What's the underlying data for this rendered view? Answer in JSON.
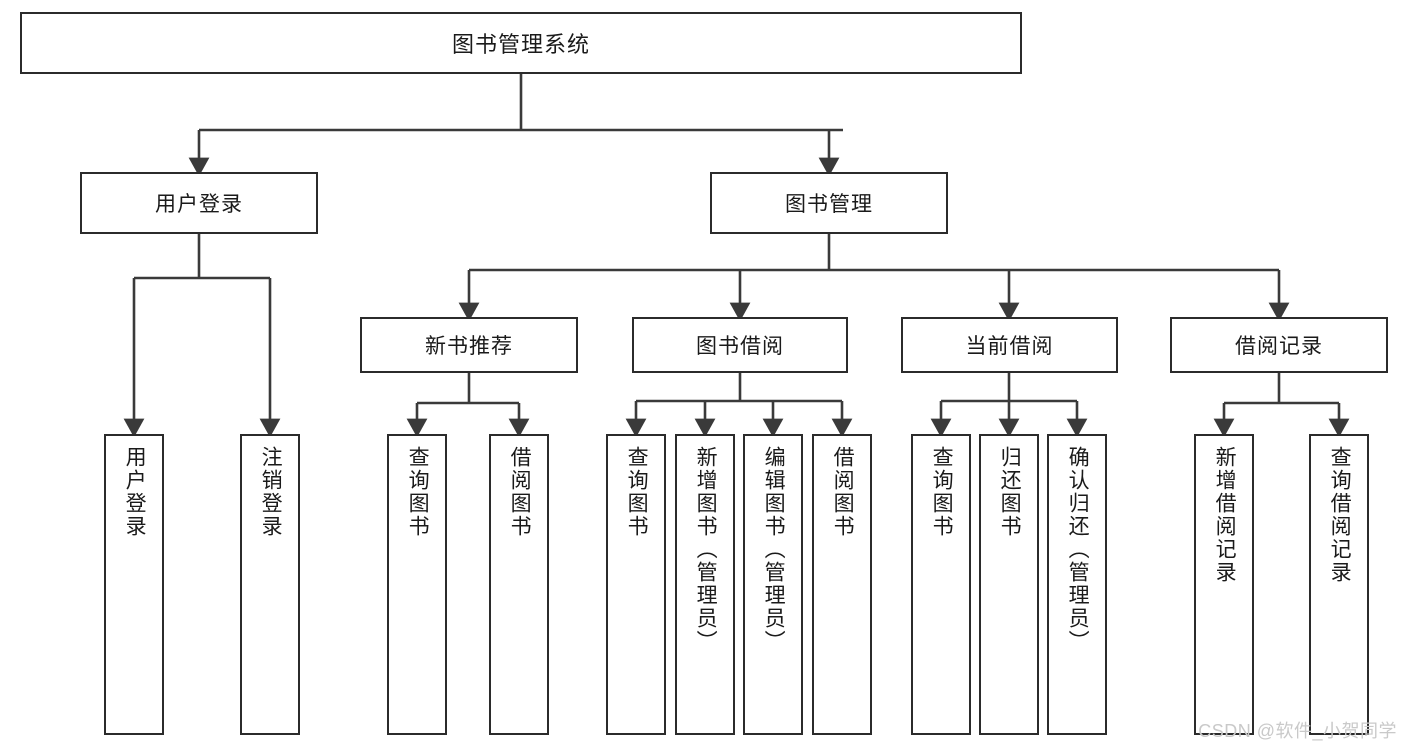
{
  "diagram": {
    "type": "tree",
    "title": "图书管理系统",
    "watermark": "CSDN @软件_小贺同学",
    "colors": {
      "box_border": "#2b2b2b",
      "connector": "#3a3a3a",
      "text": "#1a1a1a",
      "background": "#ffffff",
      "watermark": "#c9c9c9"
    },
    "root": {
      "label": "图书管理系统"
    },
    "level2": [
      {
        "id": "user-login",
        "label": "用户登录"
      },
      {
        "id": "book-manage",
        "label": "图书管理"
      }
    ],
    "level3": [
      {
        "id": "new-book-recommend",
        "label": "新书推荐",
        "parent": "book-manage"
      },
      {
        "id": "book-borrow",
        "label": "图书借阅",
        "parent": "book-manage"
      },
      {
        "id": "current-borrow",
        "label": "当前借阅",
        "parent": "book-manage"
      },
      {
        "id": "borrow-record",
        "label": "借阅记录",
        "parent": "book-manage"
      }
    ],
    "leaves": [
      {
        "id": "leaf-user-login",
        "label": "用户登录",
        "parent": "user-login"
      },
      {
        "id": "leaf-logout-login",
        "label": "注销登录",
        "parent": "user-login"
      },
      {
        "id": "leaf-query-book-1",
        "label": "查询图书",
        "parent": "new-book-recommend"
      },
      {
        "id": "leaf-borrow-book-1",
        "label": "借阅图书",
        "parent": "new-book-recommend"
      },
      {
        "id": "leaf-query-book-2",
        "label": "查询图书",
        "parent": "book-borrow"
      },
      {
        "id": "leaf-add-book",
        "label": "新增图书（管理员）",
        "parent": "book-borrow"
      },
      {
        "id": "leaf-edit-book",
        "label": "编辑图书（管理员）",
        "parent": "book-borrow"
      },
      {
        "id": "leaf-borrow-book-2",
        "label": "借阅图书",
        "parent": "book-borrow"
      },
      {
        "id": "leaf-query-book-3",
        "label": "查询图书",
        "parent": "current-borrow"
      },
      {
        "id": "leaf-return-book",
        "label": "归还图书",
        "parent": "current-borrow"
      },
      {
        "id": "leaf-confirm-return",
        "label": "确认归还（管理员）",
        "parent": "current-borrow"
      },
      {
        "id": "leaf-add-record",
        "label": "新增借阅记录",
        "parent": "borrow-record"
      },
      {
        "id": "leaf-query-record",
        "label": "查询借阅记录",
        "parent": "borrow-record"
      }
    ]
  }
}
